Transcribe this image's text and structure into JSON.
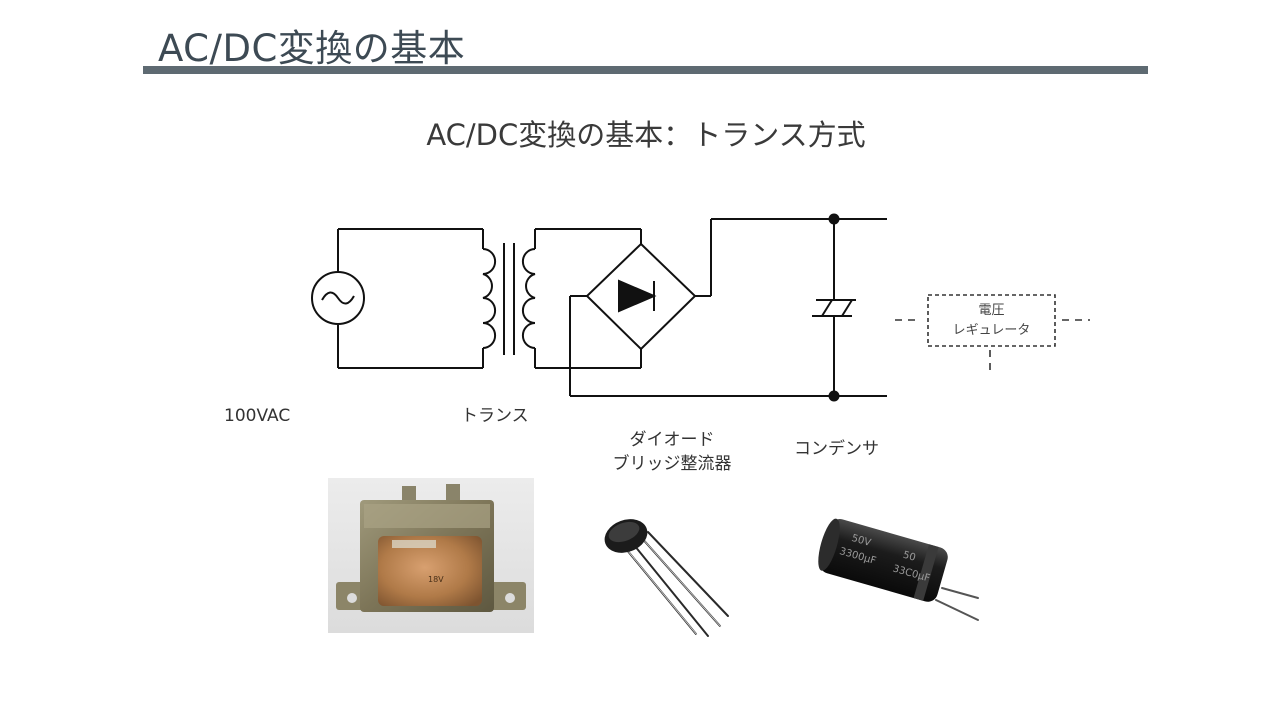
{
  "header": {
    "title": "AC/DC変換の基本",
    "subtitle": "AC/DC変換の基本：トランス方式"
  },
  "labels": {
    "source": "100VAC",
    "transformer": "トランス",
    "bridge_line1": "ダイオード",
    "bridge_line2": "ブリッジ整流器",
    "capacitor": "コンデンサ",
    "regulator_line1": "電圧",
    "regulator_line2": "レギュレータ"
  },
  "photos": {
    "transformer_marking": "18V",
    "capacitor_marking_1": "50V",
    "capacitor_marking_2": "3300μF",
    "capacitor_marking_3": "50",
    "capacitor_marking_4": "33C0μF"
  }
}
